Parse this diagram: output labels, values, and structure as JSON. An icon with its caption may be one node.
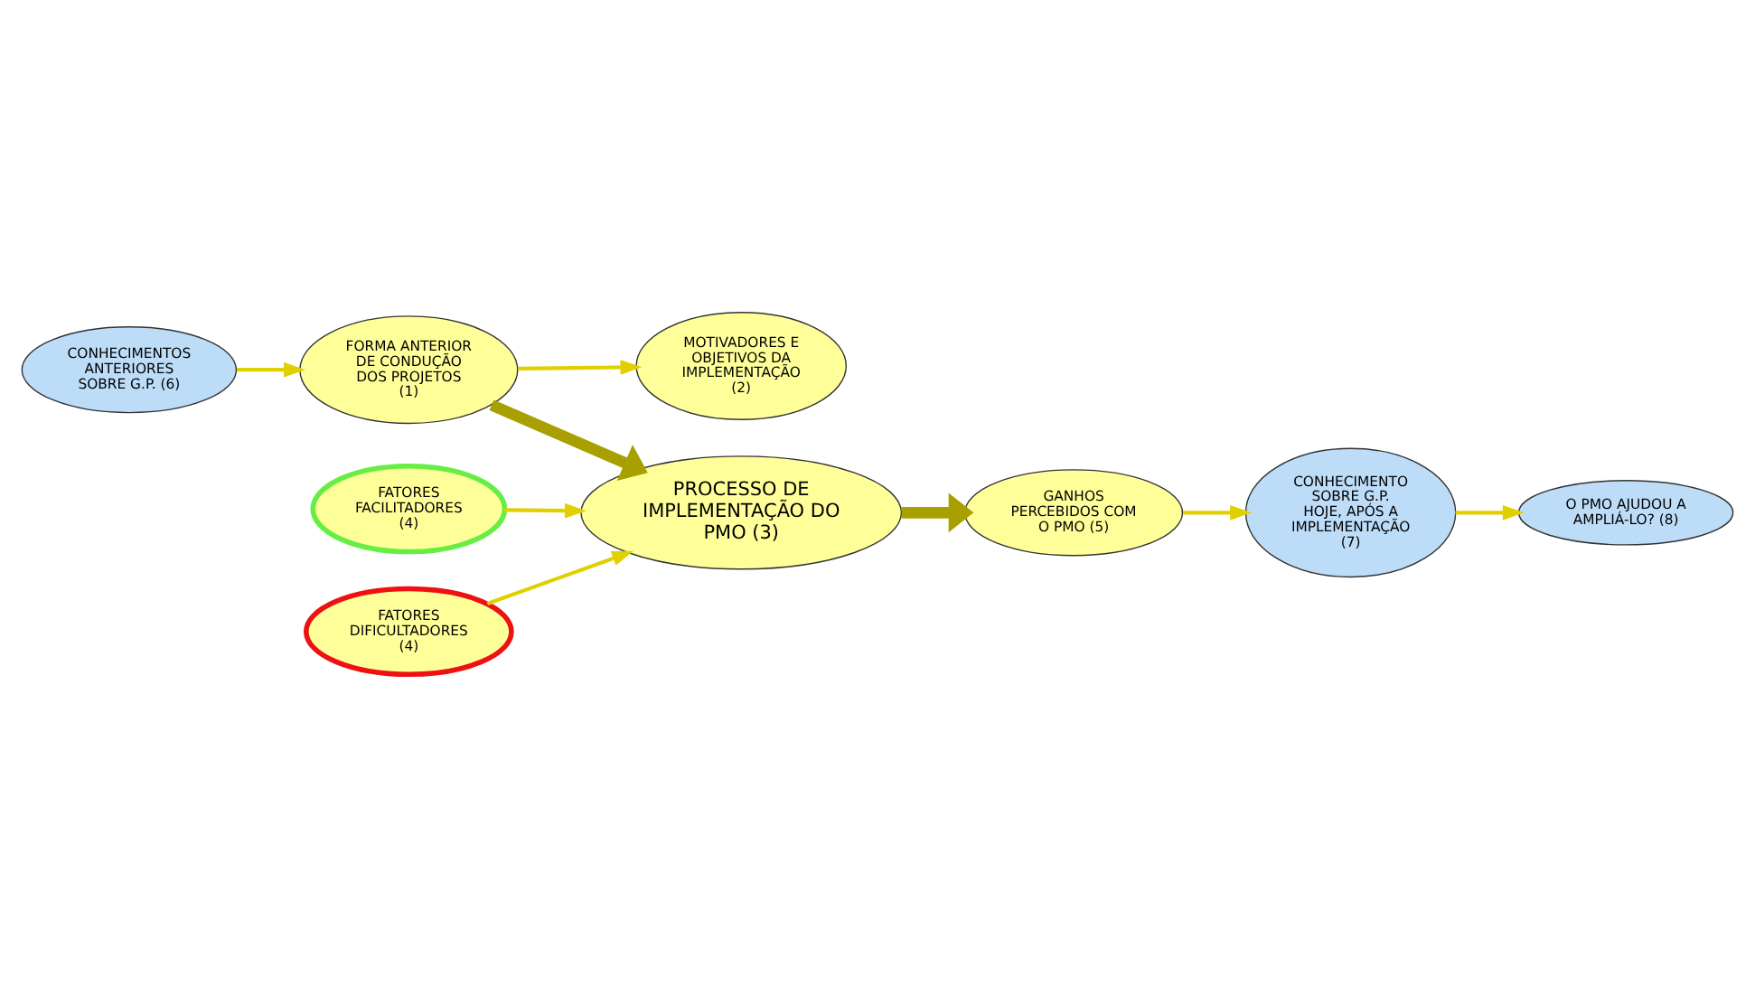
{
  "diagram": {
    "nodes": [
      {
        "text": [
          "CONHECIMENTOS ANTERIORES SOBRE G.P. (6)"
        ]
      },
      {
        "text": [
          "FORMA ANTERIOR DE CONDUÇÃO DOS PROJETOS (1)"
        ]
      },
      {
        "text": [
          "MOTIVADORES E OBJETIVOS DA IMPLEMENTAÇÃO (2)"
        ]
      },
      {
        "text": [
          "FATORES FACILITADORES (4)"
        ]
      },
      {
        "text": [
          "PROCESSO DE IMPLEMENTAÇÃO DO PMO (3)"
        ]
      },
      {
        "text": [
          "FATORES DIFICULTADORES (4)"
        ]
      },
      {
        "text": [
          "GANHOS PERCEBIDOS COM O PMO (5)"
        ]
      },
      {
        "text": [
          "CONHECIMENTO SOBRE G.P. HOJE, APÓS A IMPLEMENTAÇÃO (7)"
        ]
      },
      {
        "text": [
          "O PMO AJUDOU A AMPLIÁ-LO? (8)"
        ]
      }
    ],
    "edges": [
      {
        "from": 0,
        "to": 1,
        "arrow": "to"
      },
      {
        "from": 1,
        "to": 2,
        "arrow": "to"
      },
      {
        "from": 1,
        "to": 4,
        "arrow": "to",
        "style": "thick"
      },
      {
        "from": 3,
        "to": 4,
        "arrow": "to"
      },
      {
        "from": 5,
        "to": 4,
        "arrow": "to"
      },
      {
        "from": 4,
        "to": 6,
        "arrow": "to",
        "style": "thick"
      },
      {
        "from": 6,
        "to": 7,
        "arrow": "to"
      },
      {
        "from": 7,
        "to": 8,
        "arrow": "to"
      }
    ]
  }
}
